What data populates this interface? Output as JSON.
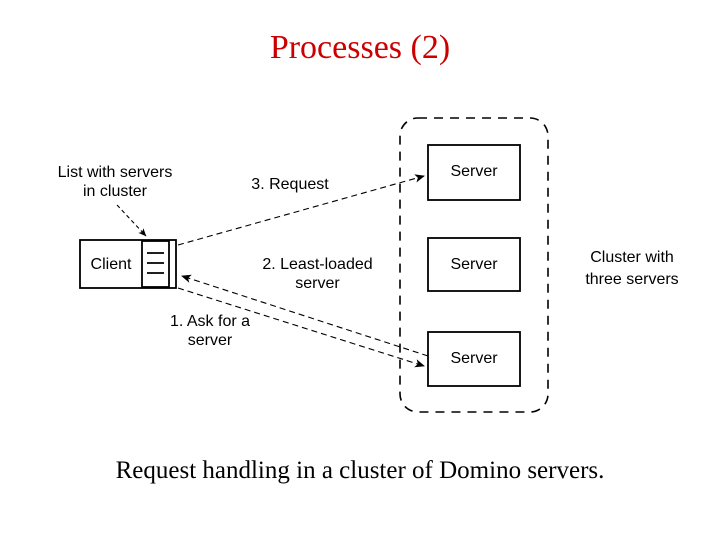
{
  "slide": {
    "title": "Processes (2)",
    "title_color": "#cc0000",
    "caption": "Request handling in a cluster of Domino servers.",
    "caption_color": "#000000",
    "background": "#ffffff"
  },
  "diagram": {
    "type": "network-request-flow",
    "client": {
      "label": "Client",
      "icon": "document-list-icon",
      "icon_lines": 3
    },
    "cluster": {
      "boundary_style": "dashed-rounded-rectangle",
      "label_line1": "Cluster with",
      "label_line2": "three servers",
      "servers": [
        {
          "label": "Server"
        },
        {
          "label": "Server"
        },
        {
          "label": "Server"
        }
      ]
    },
    "annotations": [
      {
        "name": "list-with-servers",
        "line1": "List with servers",
        "line2": "in cluster"
      },
      {
        "name": "step-1",
        "line1": "1. Ask for a",
        "line2": "server"
      },
      {
        "name": "step-2",
        "line1": "2. Least-loaded",
        "line2": "server"
      },
      {
        "name": "step-3",
        "line1": "3. Request",
        "line2": ""
      }
    ],
    "arrows": [
      {
        "name": "pointer-to-list-icon",
        "from": "list-with-servers-label",
        "to": "client-document-icon"
      },
      {
        "name": "arrow-step-1",
        "from": "client",
        "to": "server-3"
      },
      {
        "name": "arrow-step-2",
        "from": "server-3",
        "to": "client"
      },
      {
        "name": "arrow-step-3",
        "from": "client",
        "to": "server-1"
      }
    ],
    "stroke_color": "#000000"
  }
}
